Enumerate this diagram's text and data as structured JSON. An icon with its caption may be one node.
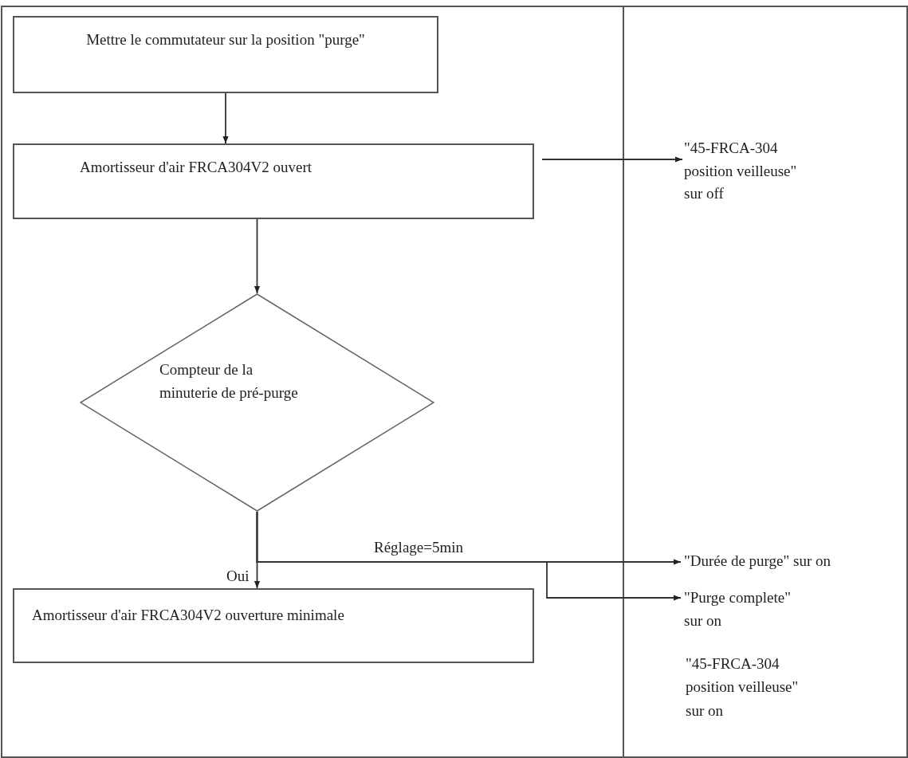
{
  "diagram": {
    "nodes": [
      {
        "text": [
          "Mettre le commutateur sur la position \"purge\""
        ]
      },
      {
        "text": [
          "Amortisseur d'air FRCA304V2 ouvert"
        ]
      },
      {
        "text": [
          "\"45-FRCA-304 position veilleuse\" sur off"
        ]
      },
      {
        "text": [
          "Compteur de la minuterie de pré-purge"
        ]
      },
      {
        "text": [
          "Amortisseur d'air FRCA304V2 ouverture minimale"
        ]
      },
      {
        "text": [
          "\"Durée de purge\" sur on"
        ]
      },
      {
        "text": [
          "\"Purge complete\" sur on"
        ]
      }
    ],
    "edges": [
      {
        "from": 0,
        "to": 1,
        "arrow": "to"
      },
      {
        "from": 1,
        "to": 2,
        "arrow": "to"
      },
      {
        "from": 1,
        "to": 3,
        "arrow": "to"
      },
      {
        "from": 3,
        "to": 4,
        "arrow": "to",
        "label": "Oui"
      },
      {
        "from": 3,
        "to": 5,
        "arrow": "to",
        "label": "Réglage=5min"
      },
      {
        "from": 3,
        "to": 6,
        "arrow": "to"
      }
    ],
    "labels": [
      "\"45-FRCA-304 position veilleuse\" sur on"
    ]
  }
}
